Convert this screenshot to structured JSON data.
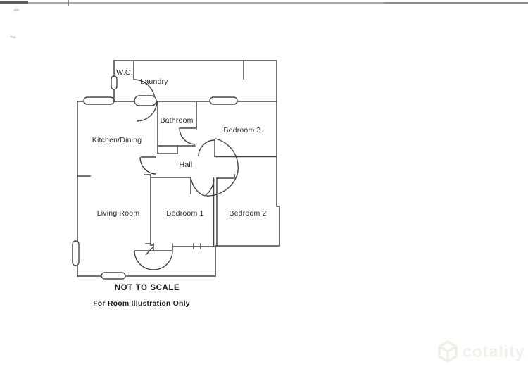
{
  "rooms": {
    "wc": "W.C.",
    "laundry": "Laundry",
    "kitchen_dining": "Kitchen/Dining",
    "bathroom": "Bathroom",
    "bedroom_3": "Bedroom 3",
    "hall": "Hall",
    "living_room": "Living Room",
    "bedroom_1": "Bedroom 1",
    "bedroom_2": "Bedroom 2"
  },
  "captions": {
    "not_to_scale": "NOT TO SCALE",
    "illustration_only": "For Room Illustration Only"
  },
  "watermark": {
    "text": "cotality",
    "icon": "cotality-logo-icon",
    "color": "#f3f0e8"
  },
  "colors": {
    "background": "#ffffff",
    "wall_line": "#454545",
    "label_text": "#2e2e2e",
    "caption_text": "#1c1c1c"
  }
}
